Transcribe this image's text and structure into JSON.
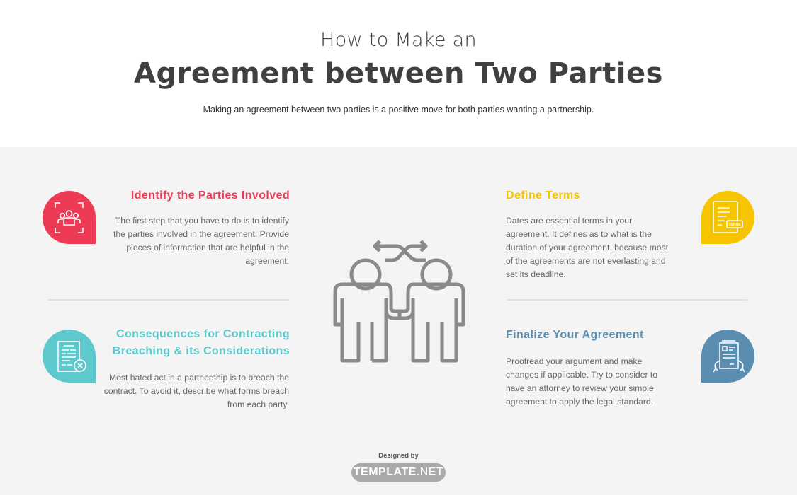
{
  "header": {
    "pretitle": "How to Make an",
    "title": "Agreement between Two Parties",
    "lead": "Making an agreement between two parties is a positive move for both parties wanting a partnership."
  },
  "steps": [
    {
      "heading": "Identify the Parties Involved",
      "text": "The first step that you have to do is to identify the parties involved in the agreement. Provide pieces of information that are helpful in the agreement.",
      "icon": "group-focus-icon",
      "color": "#ee3b55"
    },
    {
      "heading": "Define Terms",
      "text": "Dates are essential terms in your agreement. It defines as to what is the duration of your agreement, because most of the agreements are not everlasting and set its deadline.",
      "icon": "terms-document-icon",
      "icon_label": "TERMS",
      "color": "#f6c500"
    },
    {
      "heading": "Consequences for Contracting Breaching & its Considerations",
      "text": "Most hated act in a partnership is to breach the contract. To avoid it, describe what forms breach from each party.",
      "icon": "document-cancel-icon",
      "color": "#5ec9cc"
    },
    {
      "heading": "Finalize Your Agreement",
      "text": "Proofread your argument and make changes if applicable. Try to consider to have an attorney to review your simple agreement to apply the legal standard.",
      "icon": "hands-holding-document-icon",
      "color": "#5b8db0"
    }
  ],
  "center": {
    "icon": "two-people-handshake-exchange-icon",
    "color": "#8a8a8a"
  },
  "footer": {
    "credit": "Designed by",
    "brand_bold": "TEMPLATE",
    "brand_light": ".NET"
  }
}
